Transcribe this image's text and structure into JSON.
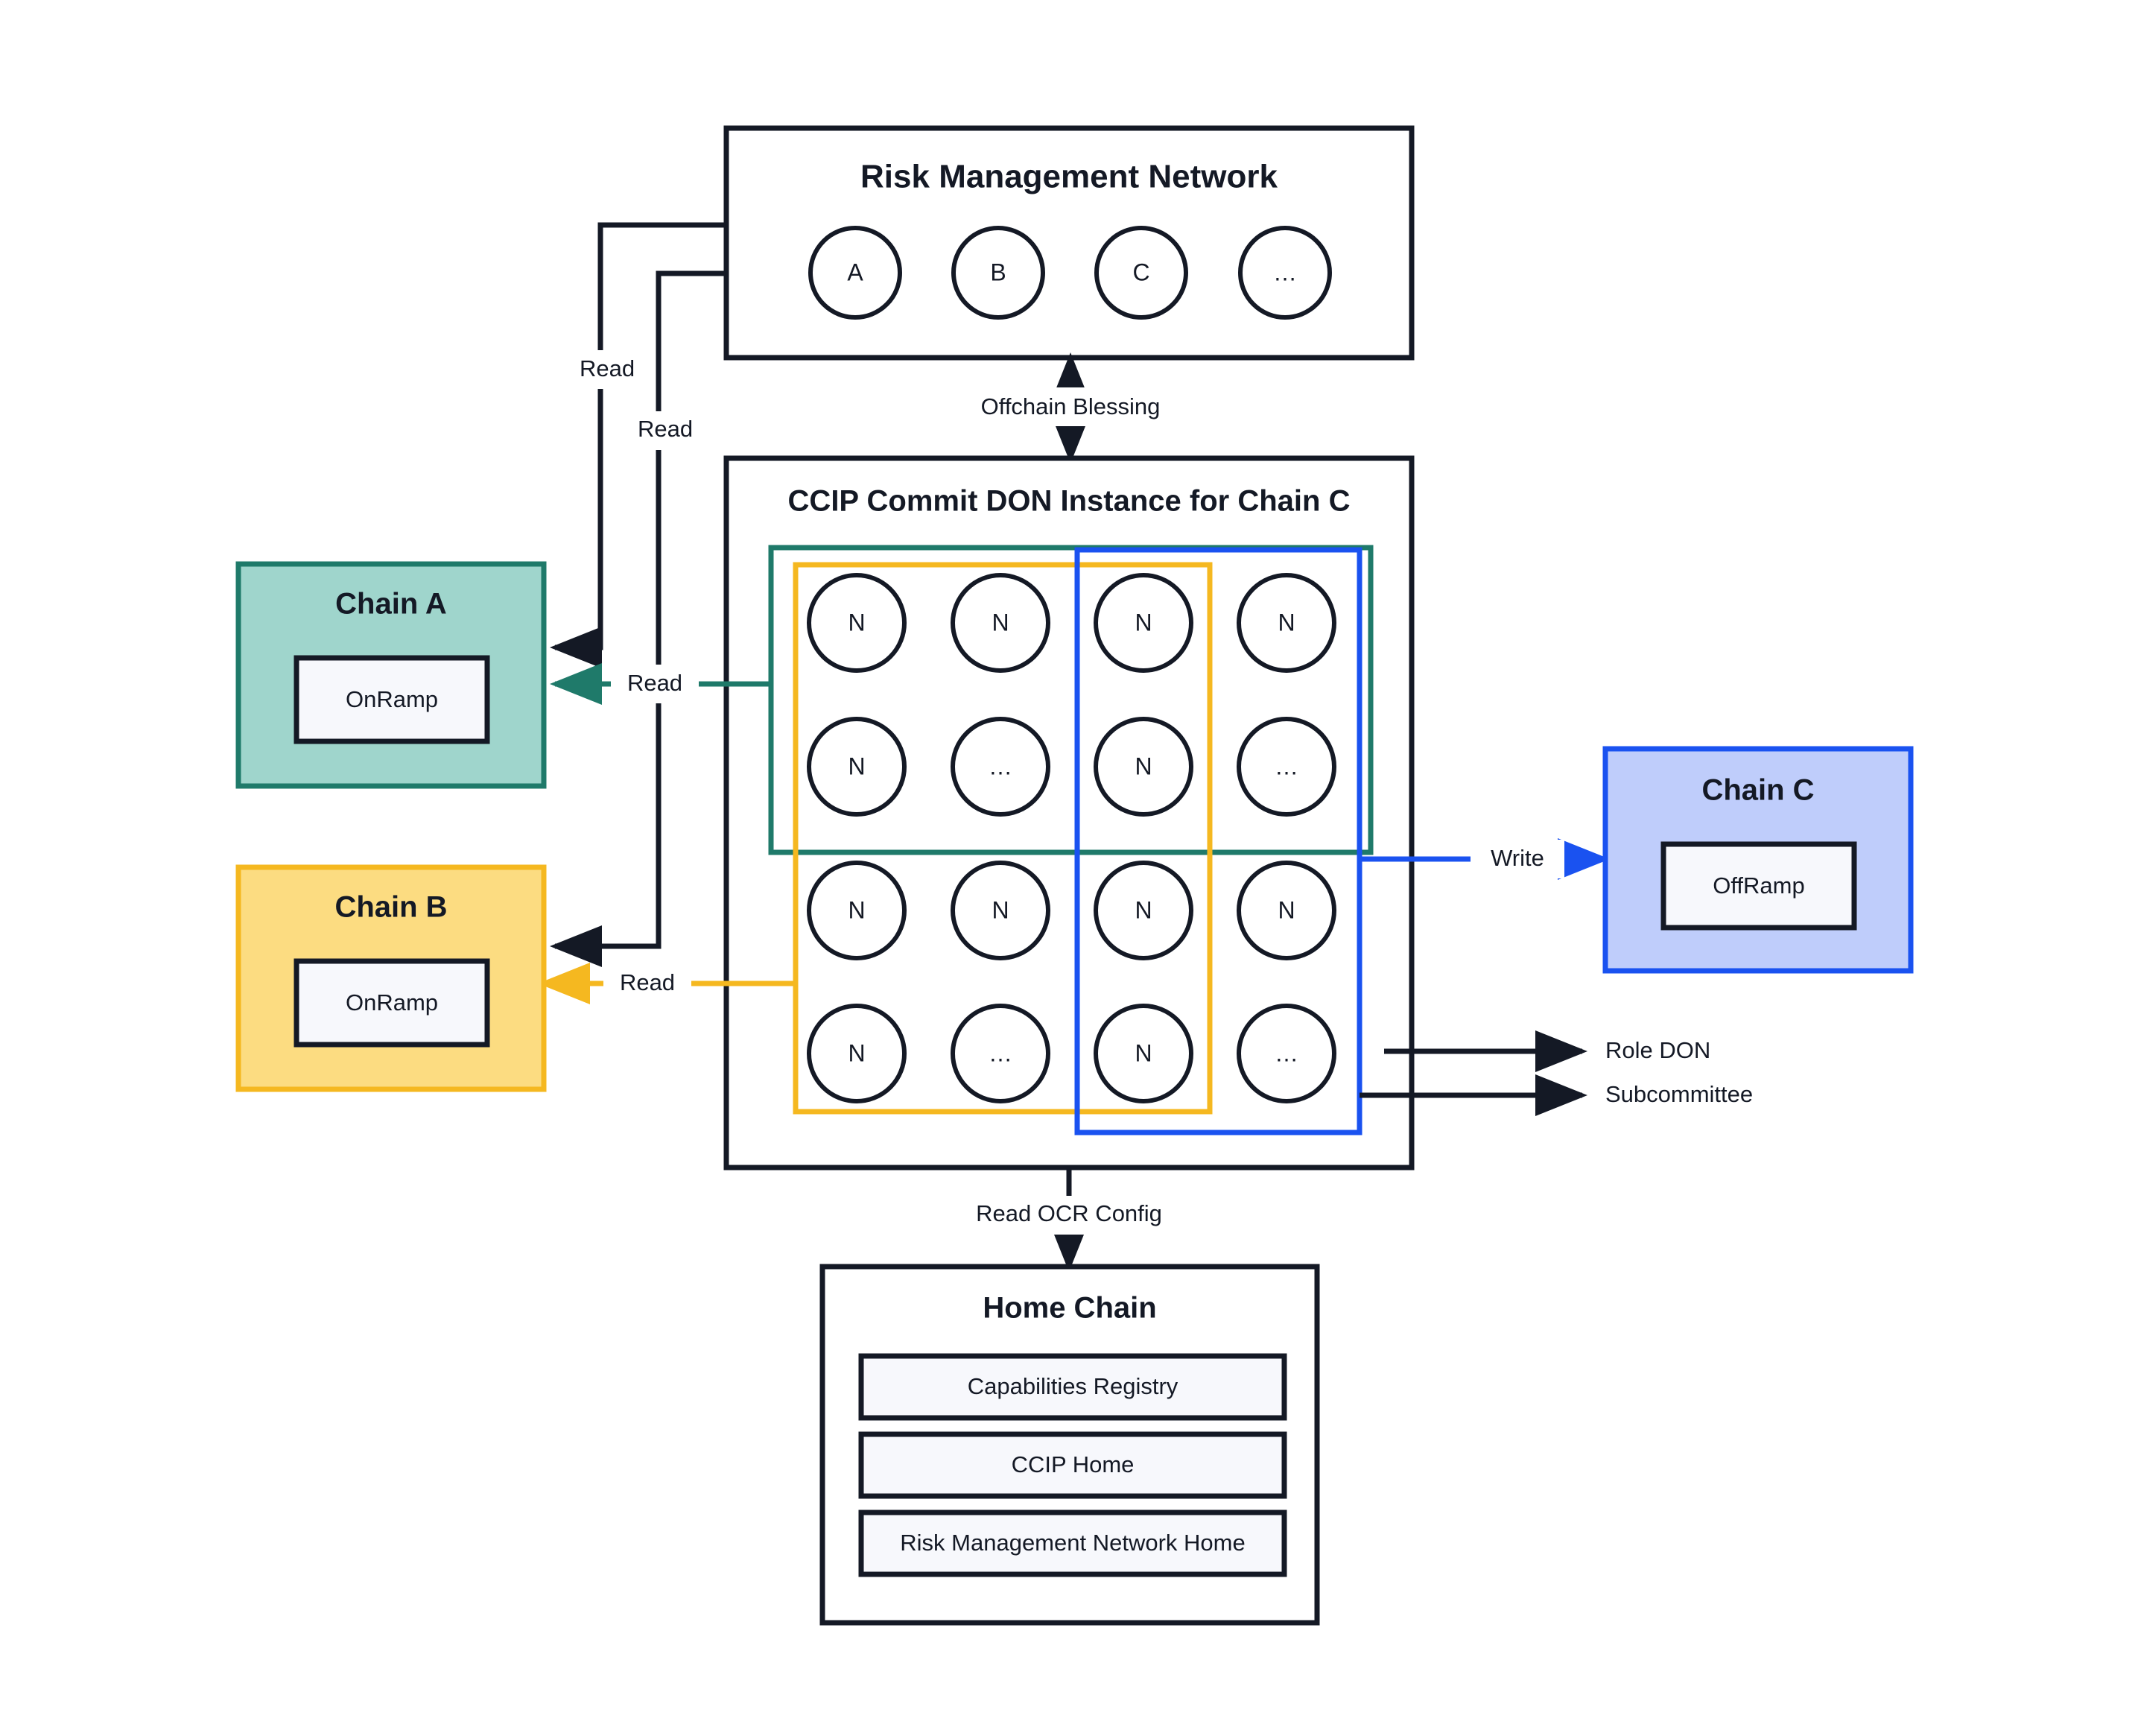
{
  "diagram": {
    "background": "#ffffff",
    "stroke_dark": "#141925",
    "teal": "#1f7a6a",
    "teal_fill": "#9fd5cc",
    "amber": "#f5b820",
    "amber_fill": "#fcdc81",
    "blue": "#1a52f0",
    "blue_fill": "#bfcdfb",
    "panel_fill": "#f7f8fc"
  },
  "risk_management_network": {
    "title": "Risk Management Network",
    "nodes": [
      "A",
      "B",
      "C",
      "…"
    ]
  },
  "ccip_don": {
    "title": "CCIP Commit DON Instance for Chain C",
    "node_grid": [
      [
        "N",
        "N",
        "N",
        "N"
      ],
      [
        "N",
        "…",
        "N",
        "…"
      ],
      [
        "N",
        "N",
        "N",
        "N"
      ],
      [
        "N",
        "…",
        "N",
        "…"
      ]
    ],
    "overlays": {
      "teal_label": "role-don-chain-a",
      "amber_label": "role-don-chain-b",
      "blue_label": "subcommittee-chain-c"
    }
  },
  "chain_a": {
    "title": "Chain A",
    "inner": "OnRamp",
    "fill": "#9fd5cc",
    "stroke": "#1f7a6a"
  },
  "chain_b": {
    "title": "Chain B",
    "inner": "OnRamp",
    "fill": "#fcdc81",
    "stroke": "#f5b820"
  },
  "chain_c": {
    "title": "Chain C",
    "inner": "OffRamp",
    "fill": "#bfcdfb",
    "stroke": "#1a52f0"
  },
  "home_chain": {
    "title": "Home Chain",
    "items": [
      "Capabilities Registry",
      "CCIP Home",
      "Risk Management Network Home"
    ]
  },
  "edges": {
    "rmn_read_a": "Read",
    "rmn_read_b": "Read",
    "offchain_blessing": "Offchain Blessing",
    "don_read_a": "Read",
    "don_read_b": "Read",
    "don_write_c": "Write",
    "read_ocr_config": "Read OCR Config"
  },
  "legend": {
    "role_don": "Role DON",
    "subcommittee": "Subcommittee"
  }
}
